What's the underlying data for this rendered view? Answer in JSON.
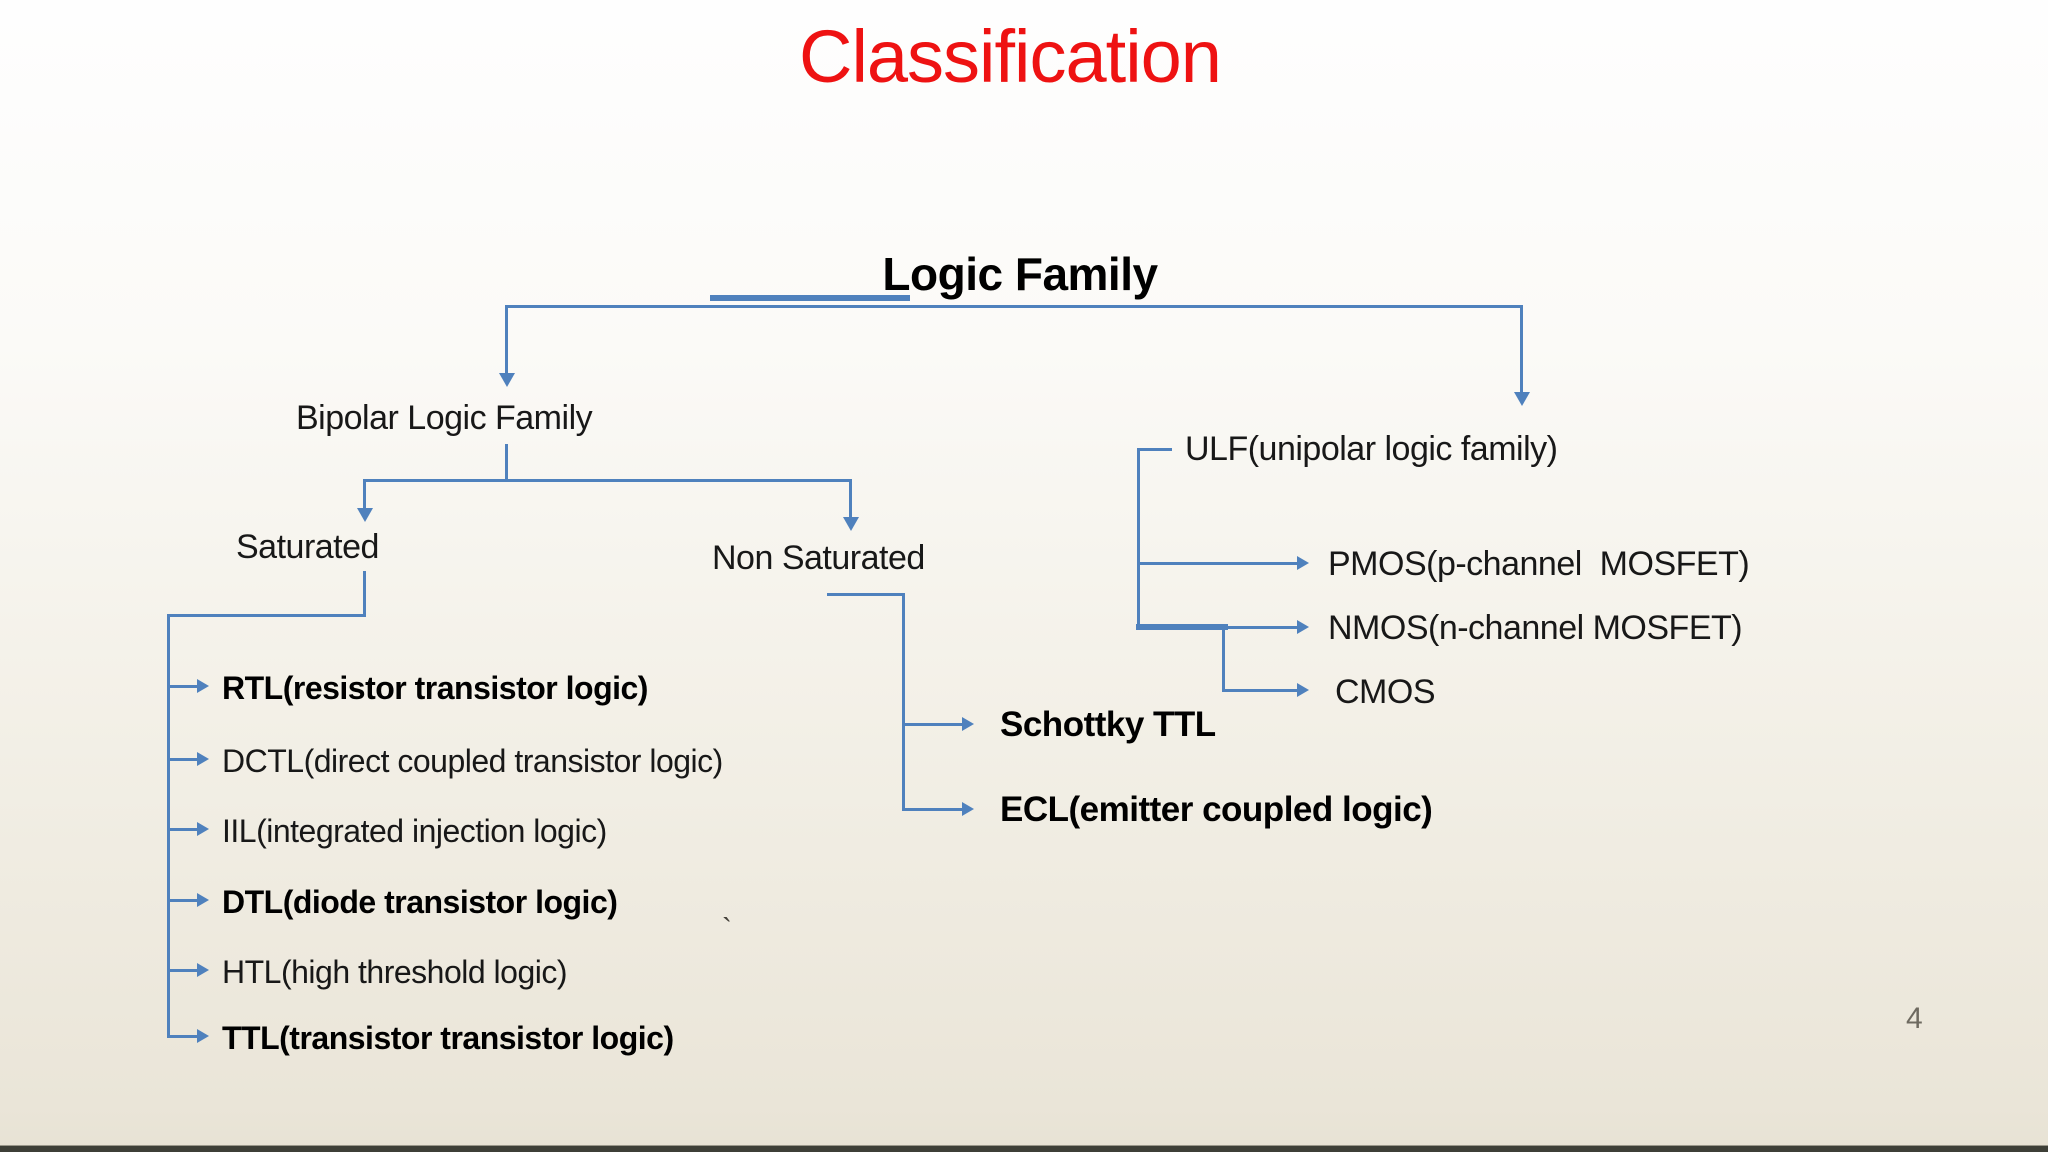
{
  "slide": {
    "title": "Classification",
    "page_number": "4",
    "colors": {
      "title_red": "#ee1212",
      "connector_blue": "#4f81bd",
      "text_dark": "#181818",
      "bold_text": "#000000",
      "background_top": "#fefefe",
      "background_bottom": "#e7e2d4",
      "footer_bar": "#3e3f37",
      "page_number_gray": "#6e6a60"
    },
    "tree": {
      "root": "Logic Family",
      "left_branch": {
        "label": "Bipolar Logic Family",
        "children": [
          {
            "label": "Saturated",
            "items": [
              {
                "label": "RTL(resistor transistor logic)",
                "bold": true
              },
              {
                "label": "DCTL(direct coupled transistor logic)",
                "bold": false
              },
              {
                "label": "IIL(integrated injection logic)",
                "bold": false
              },
              {
                "label": "DTL(diode transistor logic)",
                "bold": true
              },
              {
                "label": "HTL(high threshold logic)",
                "bold": false
              },
              {
                "label": "TTL(transistor transistor logic)",
                "bold": true
              }
            ]
          },
          {
            "label": "Non Saturated",
            "items": [
              {
                "label": "Schottky TTL",
                "bold": true
              },
              {
                "label": "ECL(emitter coupled logic)",
                "bold": true
              }
            ]
          }
        ]
      },
      "right_branch": {
        "label": "ULF(unipolar logic family)",
        "items": [
          {
            "label": "PMOS(p-channel  MOSFET)",
            "bold": false
          },
          {
            "label": "NMOS(n-channel MOSFET)",
            "bold": false
          },
          {
            "label": "CMOS",
            "bold": false
          }
        ]
      }
    },
    "stray_mark": "`"
  }
}
